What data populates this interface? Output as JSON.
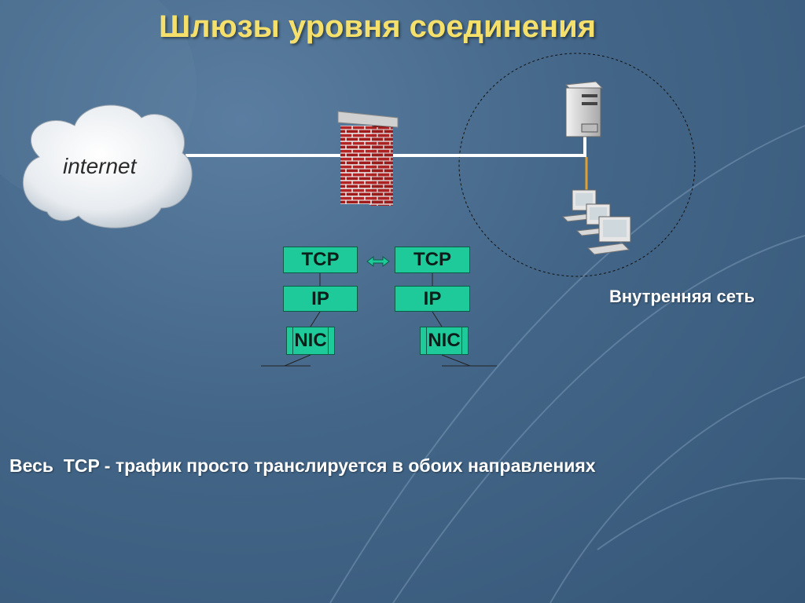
{
  "slide": {
    "title": "Шлюзы уровня соединения",
    "cloud_label": "internet",
    "inner_network_label": "Внутренняя сеть",
    "bottom_text": "Весь  TCP - трафик просто транслируется в обоих направлениях"
  },
  "stacks": {
    "left": {
      "tcp": "TCP",
      "ip": "IP",
      "nic": "NIC"
    },
    "right": {
      "tcp": "TCP",
      "ip": "IP",
      "nic": "NIC"
    }
  },
  "colors": {
    "title": "#f4e06a",
    "protocol_box": "#1ec99a",
    "link_line": "#ffffff",
    "server_link": "#e0a030",
    "brick": "#b52424"
  },
  "icons": [
    "cloud-icon",
    "firewall-icon",
    "server-icon",
    "workstation-icon",
    "double-arrow-icon"
  ]
}
